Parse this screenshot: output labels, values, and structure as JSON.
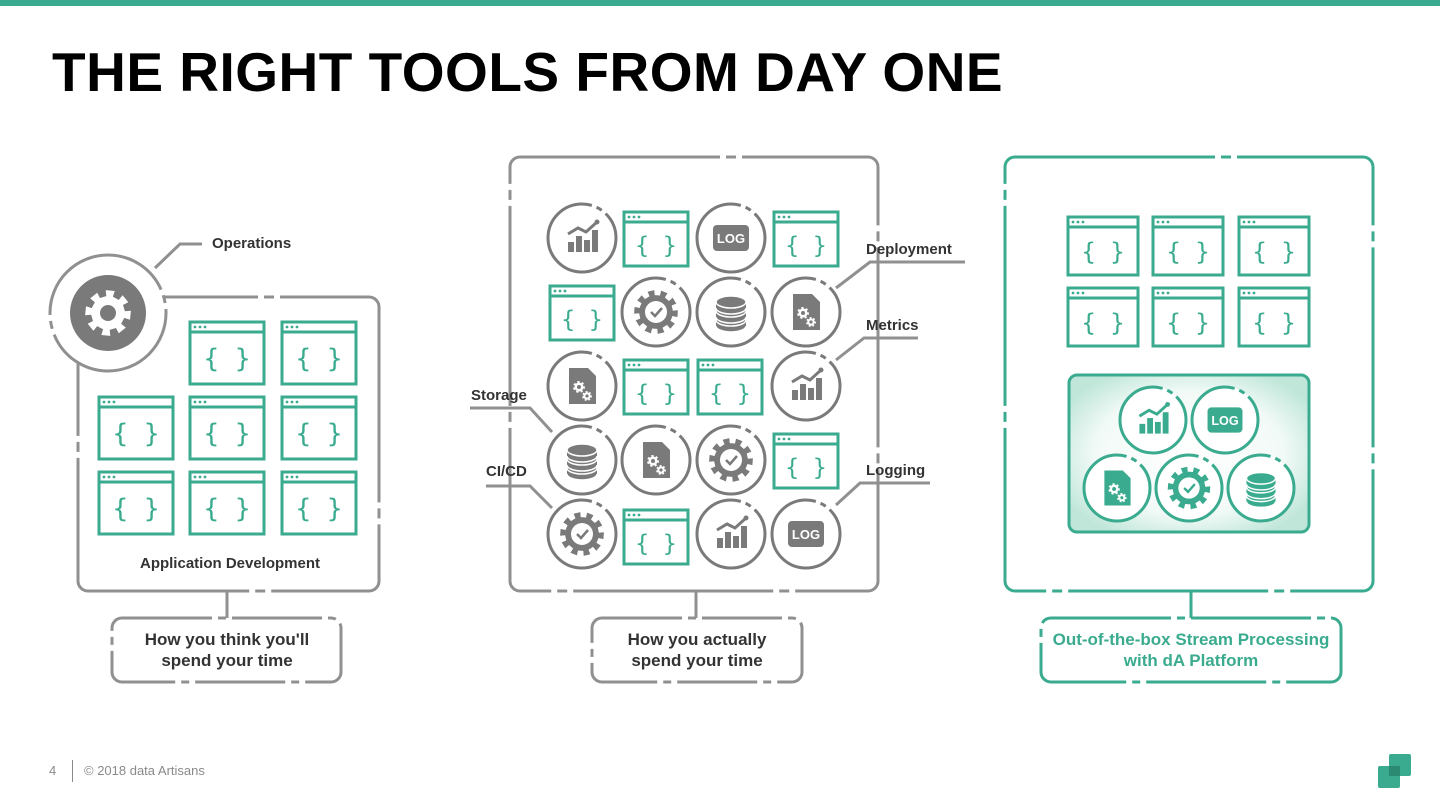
{
  "slide": {
    "title": "THE RIGHT TOOLS FROM DAY ONE",
    "page_number": "4",
    "copyright": "© 2018 data Artisans"
  },
  "colors": {
    "accent": "#3aab8f",
    "gray": "#909090",
    "icon_gray": "#7a7a7a",
    "text_dark": "#333333"
  },
  "panel_left": {
    "operations_label": "Operations",
    "area_label": "Application Development",
    "caption_line1": "How you think you'll",
    "caption_line2": "spend your time"
  },
  "panel_middle": {
    "labels": {
      "deployment": "Deployment",
      "metrics": "Metrics",
      "storage": "Storage",
      "cicd": "CI/CD",
      "logging": "Logging"
    },
    "caption_line1": "How you actually",
    "caption_line2": "spend your time"
  },
  "panel_right": {
    "caption_line1": "Out-of-the-box Stream Processing",
    "caption_line2": "with dA Platform"
  },
  "icons": {
    "code": "{ }",
    "log": "LOG"
  }
}
